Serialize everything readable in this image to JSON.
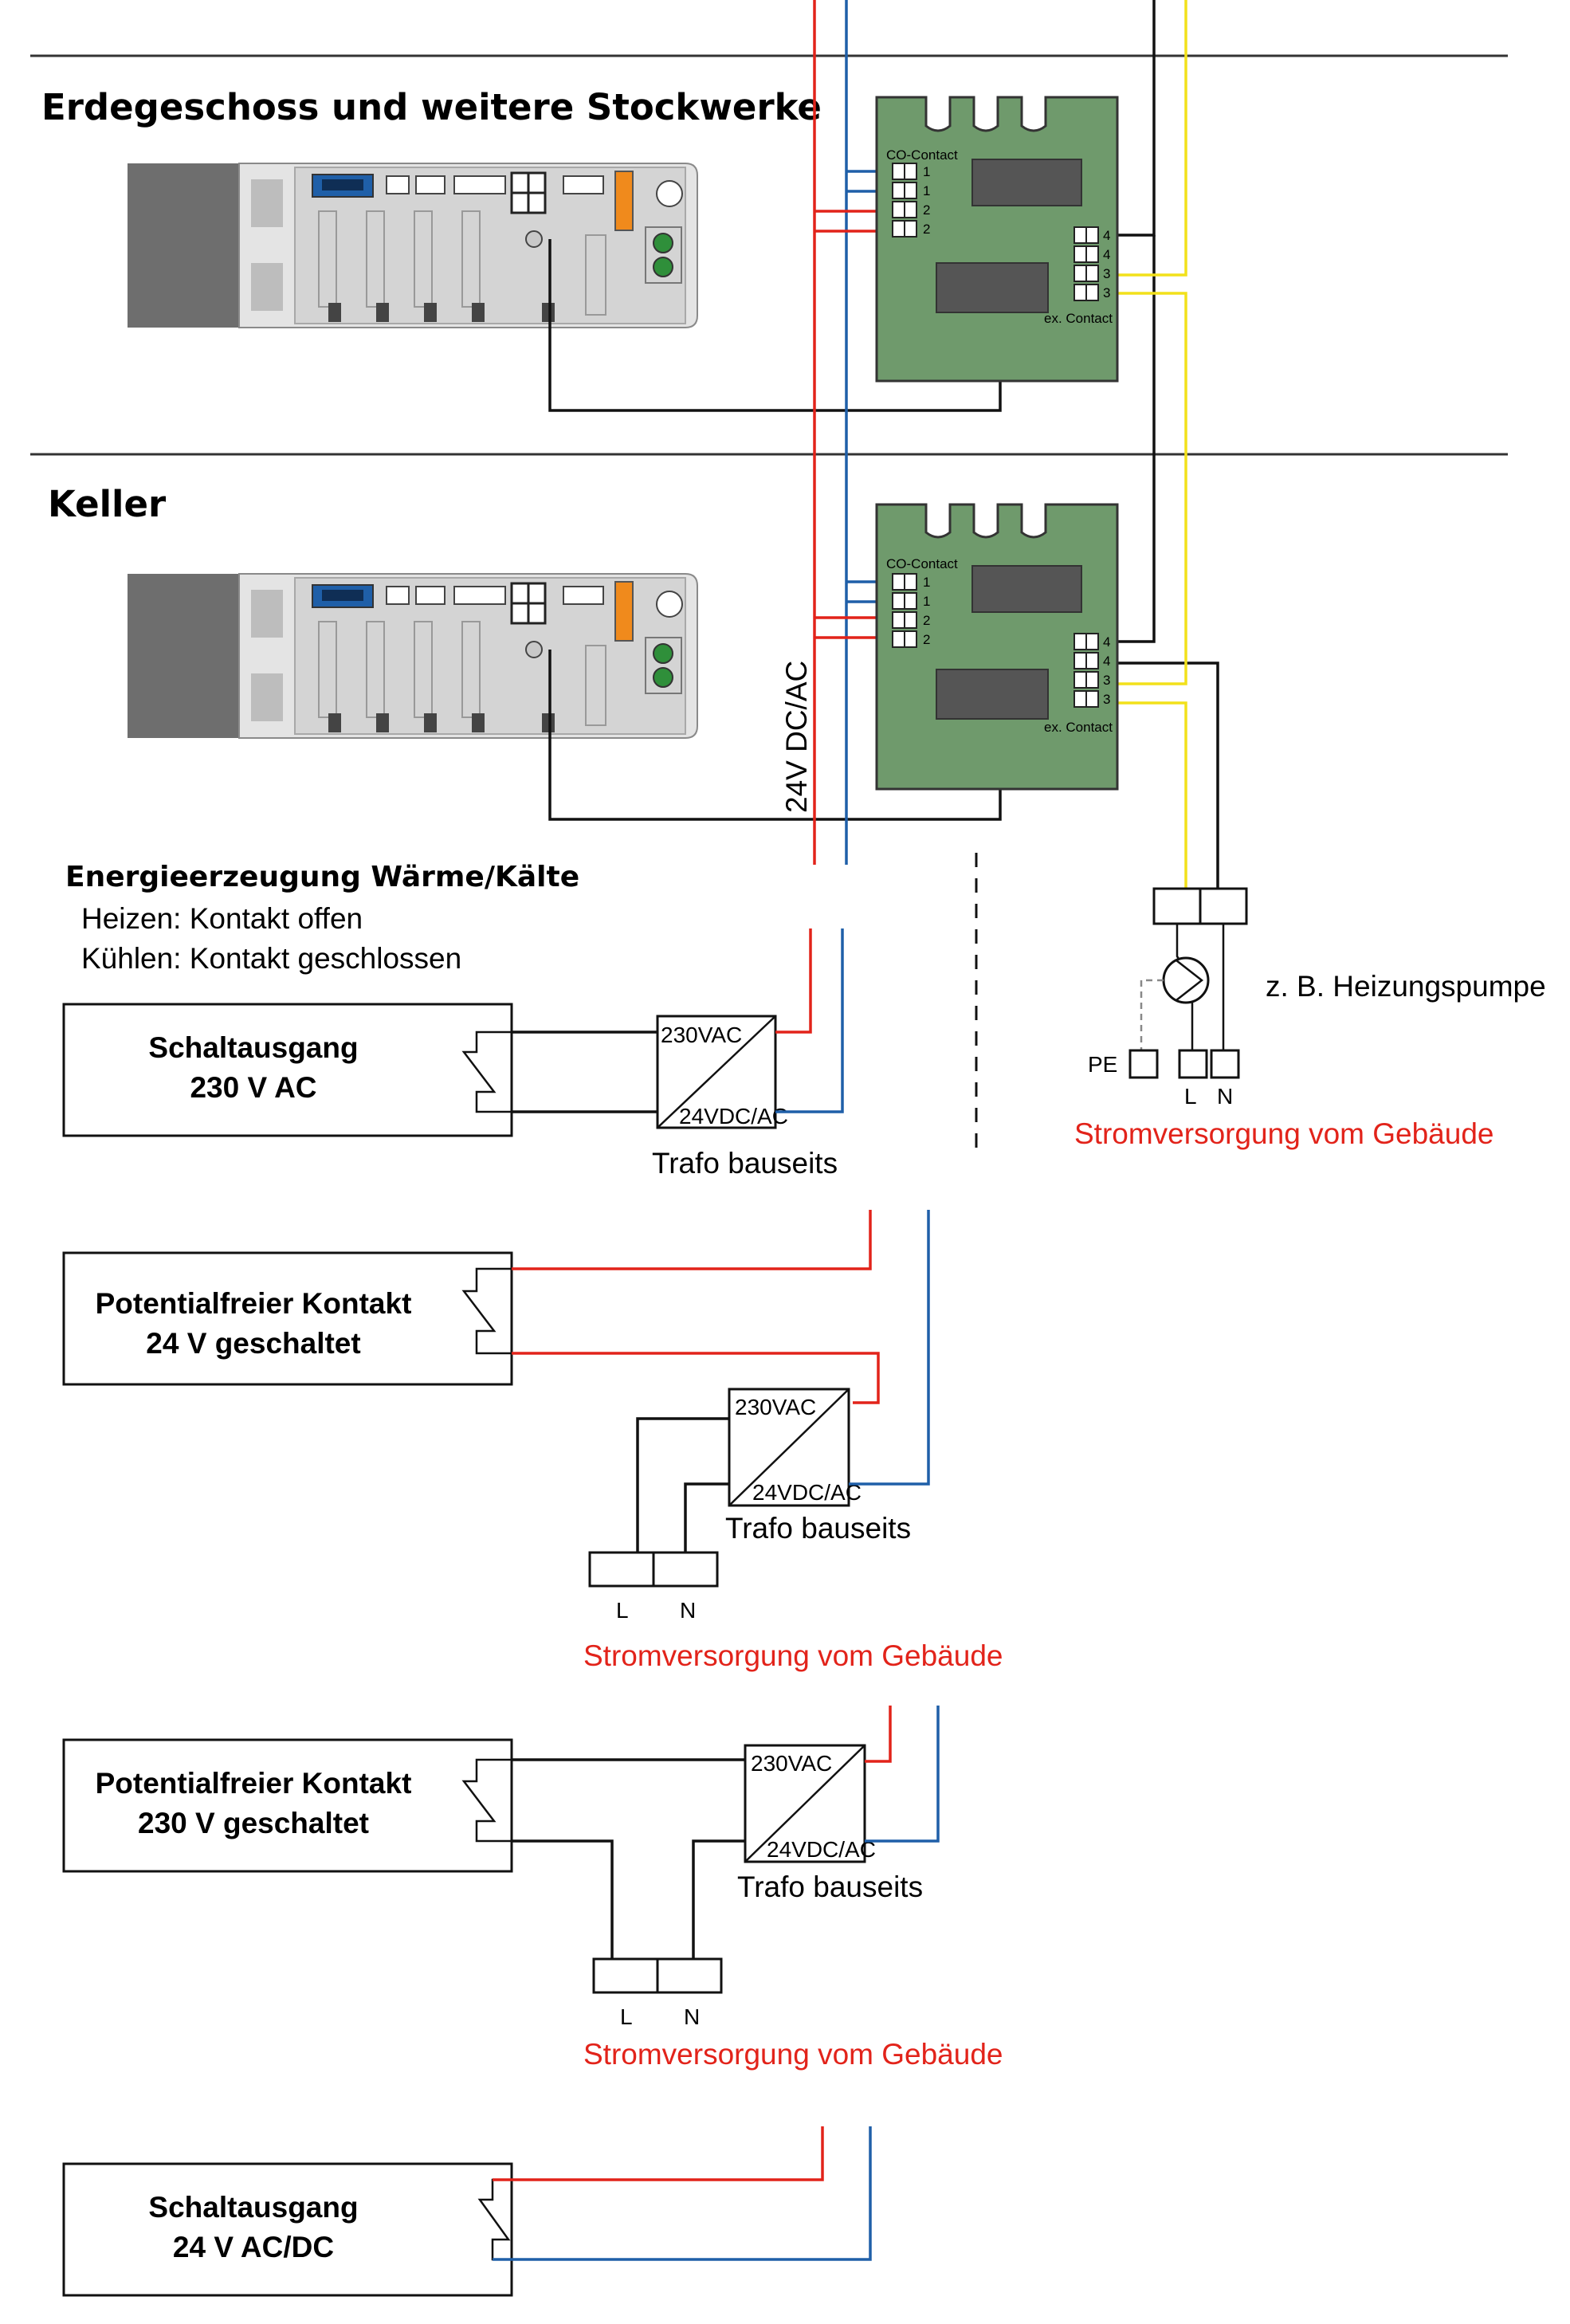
{
  "colors": {
    "wire_red": "#e2231a",
    "wire_blue": "#1f5fa8",
    "wire_black": "#111111",
    "wire_yellow": "#f2e11a",
    "module_green": "#6f9a6c",
    "module_dark": "#555555",
    "controller_gray": "#e4e4e4",
    "actuator_dark": "#6e6e6e",
    "blue_part": "#1f5fa8",
    "orange_part": "#f08a1c"
  },
  "sections": {
    "upper_title": "Erdegeschoss und weitere Stockwerke",
    "lower_title": "Keller"
  },
  "module": {
    "co_label": "CO-Contact",
    "ex_label": "ex. Contact",
    "left_terminals": [
      "1",
      "1",
      "2",
      "2"
    ],
    "right_terminals": [
      "4",
      "4",
      "3",
      "3"
    ]
  },
  "supply_label": "24V DC/AC",
  "energy": {
    "title": "Energieerzeugung Wärme/Kälte",
    "heat": "Heizen: Kontakt  offen",
    "cool": "Kühlen: Kontakt  geschlossen"
  },
  "pump": {
    "label": "z. B. Heizungspumpe",
    "pe": "PE",
    "l": "L",
    "n": "N",
    "supply": "Stromversorgung vom Gebäude"
  },
  "trafo": {
    "in": "230VAC",
    "out": "24VDC/AC",
    "label": "Trafo bauseits"
  },
  "options": {
    "opt1": {
      "line1": "Schaltausgang",
      "line2": "230 V AC"
    },
    "opt2": {
      "line1": "Potentialfreier Kontakt",
      "line2": "24 V geschaltet",
      "l": "L",
      "n": "N",
      "supply": "Stromversorgung  vom Gebäude"
    },
    "opt3": {
      "line1": "Potentialfreier Kontakt",
      "line2": "230 V geschaltet",
      "l": "L",
      "n": "N",
      "supply": "Stromversorgung  vom Gebäude"
    },
    "opt4": {
      "line1": "Schaltausgang",
      "line2": "24 V AC/DC"
    }
  }
}
